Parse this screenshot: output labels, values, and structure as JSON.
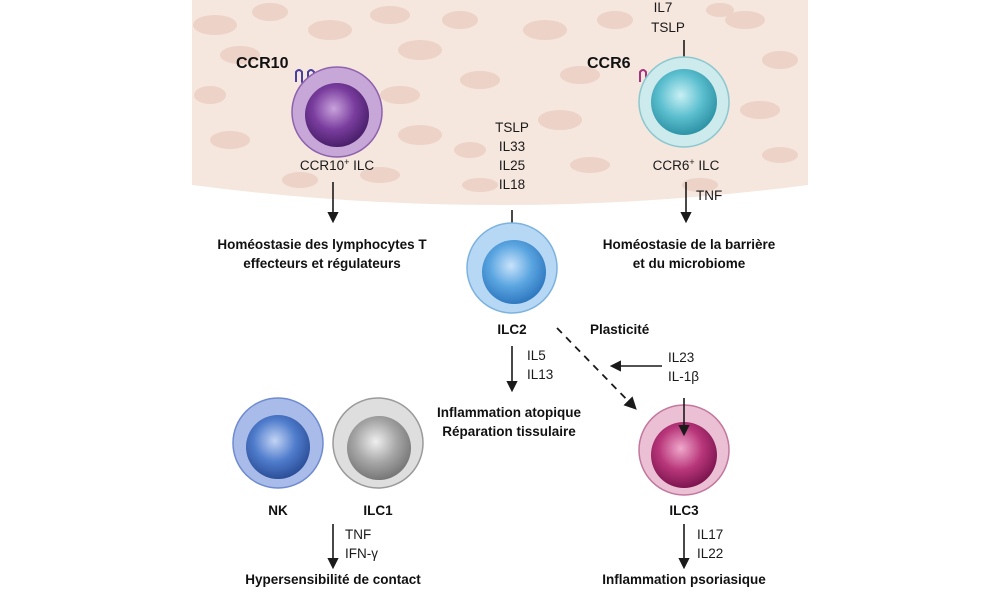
{
  "receptors": {
    "ccr10": "CCR10",
    "ccr6": "CCR6"
  },
  "cells": {
    "ccr10_ilc": {
      "label_main": "CCR10",
      "label_sup": "+",
      "label_tail": " ILC",
      "color": "#8a4fa8"
    },
    "ccr6_ilc": {
      "label_main": "CCR6",
      "label_sup": "+",
      "label_tail": " ILC",
      "color": "#5cbfcf"
    },
    "ilc2": {
      "label": "ILC2",
      "color": "#5aa5e0"
    },
    "ilc3": {
      "label": "ILC3",
      "color": "#b8367a"
    },
    "nk": {
      "label": "NK",
      "color": "#4f7ccc"
    },
    "ilc1": {
      "label": "ILC1",
      "color": "#a6a6a6"
    }
  },
  "signals": {
    "ccr6_inputs": [
      "IL7",
      "TSLP"
    ],
    "ilc2_inputs": [
      "TSLP",
      "IL33",
      "IL25",
      "IL18"
    ],
    "ccr6_output": "TNF",
    "ilc2_outputs": [
      "IL5",
      "IL13"
    ],
    "ilc3_inputs": [
      "IL23",
      "IL-1β"
    ],
    "ilc1_outputs": [
      "TNF",
      "IFN-γ"
    ],
    "ilc3_outputs": [
      "IL17",
      "IL22"
    ]
  },
  "outcomes": {
    "ccr10": [
      "Homéostasie des lymphocytes T",
      "effecteurs et régulateurs"
    ],
    "ccr6": [
      "Homéostasie de la barrière",
      "et du microbiome"
    ],
    "ilc2": [
      "Inflammation atopique",
      "Réparation tissulaire"
    ],
    "ilc1": "Hypersensibilité de contact",
    "ilc3": "Inflammation psoriasique"
  },
  "plasticity_label": "Plasticité",
  "colors": {
    "skin": "#f5e6de",
    "skin_cell": "#ebcfc3",
    "arrow": "#1a1a1a"
  }
}
